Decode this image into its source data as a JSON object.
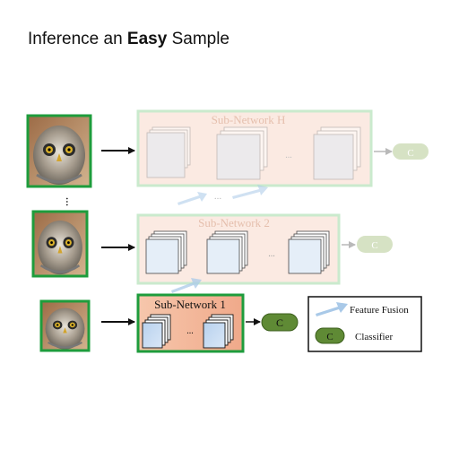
{
  "title": {
    "prefix": "Inference an ",
    "emphasis": "Easy",
    "suffix": " Sample"
  },
  "networks": {
    "h": {
      "label": "Sub-Network H",
      "ellipsis": "...",
      "classifier": "C"
    },
    "two": {
      "label": "Sub-Network 2",
      "ellipsis": "...",
      "classifier": "C"
    },
    "one": {
      "label": "Sub-Network 1",
      "ellipsis": "...",
      "classifier": "C"
    }
  },
  "vertical_ellipsis": "...",
  "fusion_ellipsis": "...",
  "legend": {
    "feature_fusion": "Feature Fusion",
    "classifier_symbol": "C",
    "classifier": "Classifier"
  },
  "colors": {
    "active_border": "#1e9c3c",
    "faded_border": "#c5e8c8",
    "active_fill": "#f3c3a8",
    "faded_fill": "#fbe8df",
    "classifier_active": "#5f8a35",
    "classifier_faded": "#d6e2c4",
    "fusion_arrow": "#a9c9e8",
    "feature_map": "#c9ddf2"
  },
  "image_subject": "owl-photo"
}
